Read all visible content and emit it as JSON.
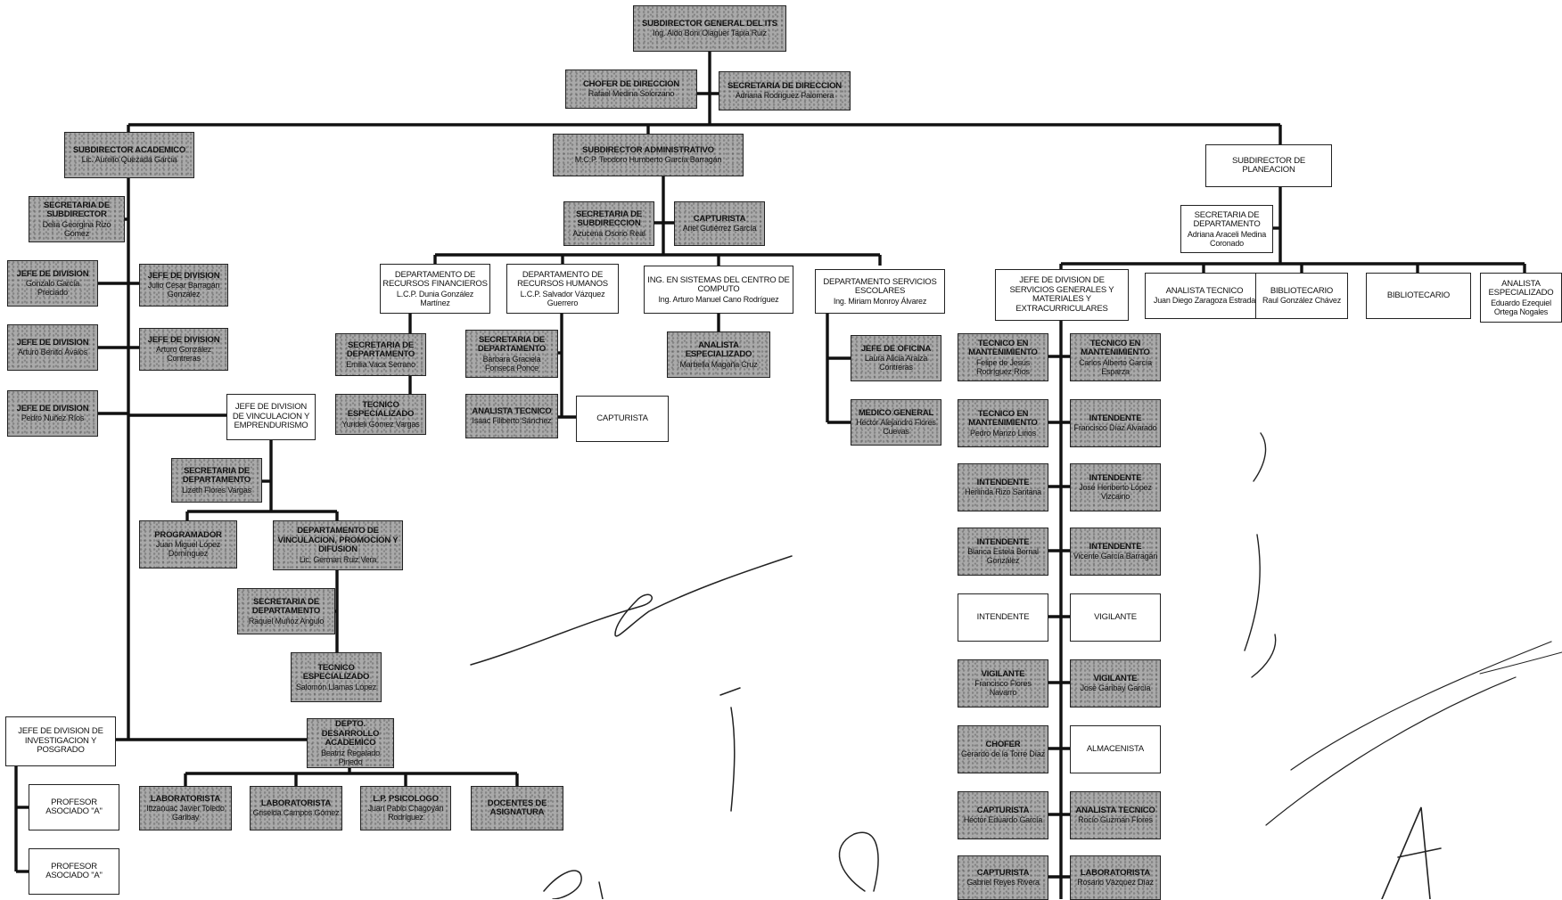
{
  "title_box": {
    "title": "SUBDIRECTOR GENERAL DEL ITS",
    "name": "Ing. Aldo Boni Olaguer Tapia Ruiz"
  },
  "boxes": [
    {
      "id": "subdirector-general",
      "title": "SUBDIRECTOR GENERAL DEL ITS",
      "name": "Ing. Aldo Boni Olaguer Tapia Ruiz",
      "shade": "dark"
    },
    {
      "id": "chofer-direccion",
      "title": "CHOFER DE DIRECCION",
      "name": "Rafael Medina Solorzano",
      "shade": "dark"
    },
    {
      "id": "secretaria-direccion",
      "title": "SECRETARIA DE DIRECCION",
      "name": "Adriana Rodriguez Palomera",
      "shade": "dark"
    },
    {
      "id": "subdirector-academico",
      "title": "SUBDIRECTOR ACADEMICO",
      "name": "Lic. Aurelio Quezada Garcia",
      "shade": "dark"
    },
    {
      "id": "subdirector-administrativo",
      "title": "SUBDIRECTOR ADMINISTRATIVO",
      "name": "M.C.P. Teodoro Humberto García Barragán",
      "shade": "dark"
    },
    {
      "id": "subdirector-planeacion",
      "title": "SUBDIRECTOR DE PLANEACION",
      "name": "",
      "shade": "light"
    },
    {
      "id": "secretaria-subdirector-acad",
      "title": "SECRETARIA DE SUBDIRECTOR",
      "name": "Delia Georgina Rizo Gómez",
      "shade": "dark"
    },
    {
      "id": "jefe-division-1",
      "title": "JEFE DE DIVISION",
      "name": "Gonzalo García Preciado",
      "shade": "dark"
    },
    {
      "id": "jefe-division-2",
      "title": "JEFE DE DIVISION",
      "name": "Julio César Barragán González",
      "shade": "dark"
    },
    {
      "id": "jefe-division-3",
      "title": "JEFE DE DIVISION",
      "name": "Arturo Benito Ávalos",
      "shade": "dark"
    },
    {
      "id": "jefe-division-4",
      "title": "JEFE DE DIVISION",
      "name": "Arturo González Contreras",
      "shade": "dark"
    },
    {
      "id": "jefe-division-5",
      "title": "JEFE DE DIVISION",
      "name": "Pedro Nuñez Ríos",
      "shade": "dark"
    },
    {
      "id": "jefe-vinculacion",
      "title": "JEFE DE DIVISION DE VINCULACION Y EMPRENDURISMO",
      "name": "",
      "shade": "light"
    },
    {
      "id": "secretaria-depto-vinc",
      "title": "SECRETARIA DE DEPARTAMENTO",
      "name": "Lizeth Flores Vargas",
      "shade": "dark"
    },
    {
      "id": "programador",
      "title": "PROGRAMADOR",
      "name": "Juan Miguel López Domínguez",
      "shade": "dark"
    },
    {
      "id": "depto-vinculacion",
      "title": "DEPARTAMENTO DE VINCULACION, PROMOCION Y DIFUSION",
      "name": "Lic. German Ruiz Vera",
      "shade": "dark"
    },
    {
      "id": "secretaria-depto-vinc-2",
      "title": "SECRETARIA DE DEPARTAMENTO",
      "name": "Raquel Muñoz Angulo",
      "shade": "dark"
    },
    {
      "id": "tecnico-especializado-vinc",
      "title": "TECNICO ESPECIALIZADO",
      "name": "Salomón Llamas López",
      "shade": "dark"
    },
    {
      "id": "jefe-investigacion",
      "title": "JEFE DE DIVISION DE INVESTIGACION Y POSGRADO",
      "name": "",
      "shade": "light"
    },
    {
      "id": "profesor-asociado-1",
      "title": "PROFESOR ASOCIADO \"A\"",
      "name": "",
      "shade": "light"
    },
    {
      "id": "profesor-asociado-2",
      "title": "PROFESOR ASOCIADO \"A\"",
      "name": "",
      "shade": "light"
    },
    {
      "id": "depto-desarrollo",
      "title": "DEPTO. DESARROLLO ACADEMICO",
      "name": "Beatriz Regalado Pinedo",
      "shade": "dark"
    },
    {
      "id": "laboratorista-1",
      "title": "LABORATORISTA",
      "name": "Ittzanuac Javier Toledo Garibay",
      "shade": "dark"
    },
    {
      "id": "laboratorista-2",
      "title": "LABORATORISTA",
      "name": "Griselda Campos Gómez",
      "shade": "dark"
    },
    {
      "id": "psicologo",
      "title": "L.P. PSICOLOGO",
      "name": "Juan Pablo Chagoyán Rodríguez",
      "shade": "dark"
    },
    {
      "id": "docentes-asignatura",
      "title": "DOCENTES DE ASIGNATURA",
      "name": "",
      "shade": "dark"
    },
    {
      "id": "secretaria-subdireccion-adm",
      "title": "SECRETARIA DE SUBDIRECCION",
      "name": "Azucena Osorio Real",
      "shade": "dark"
    },
    {
      "id": "capturista-adm",
      "title": "CAPTURISTA",
      "name": "Ariel Gutiérrez García",
      "shade": "dark"
    },
    {
      "id": "depto-recursos-financieros",
      "title": "DEPARTAMENTO DE RECURSOS FINANCIEROS",
      "name": "L.C.P. Dunia González Martínez",
      "shade": "light"
    },
    {
      "id": "depto-recursos-humanos",
      "title": "DEPARTAMENTO DE RECURSOS HUMANOS",
      "name": "L.C.P. Salvador Vázquez Guerrero",
      "shade": "light"
    },
    {
      "id": "ing-sistemas-computo",
      "title": "ING. EN SISTEMAS DEL CENTRO DE COMPUTO",
      "name": "Ing. Arturo Manuel Cano Rodríguez",
      "shade": "light"
    },
    {
      "id": "depto-servicios-escolares",
      "title": "DEPARTAMENTO SERVICIOS ESCOLARES",
      "name": "Ing. Miriam Monroy Álvarez",
      "shade": "light"
    },
    {
      "id": "secretaria-depto-rf",
      "title": "SECRETARIA DE DEPARTAMENTO",
      "name": "Emilia Vaca Serrano",
      "shade": "dark"
    },
    {
      "id": "tecnico-especializado-rf",
      "title": "TECNICO ESPECIALIZADO",
      "name": "Yurideli Gómez Vargas",
      "shade": "dark"
    },
    {
      "id": "secretaria-depto-rh",
      "title": "SECRETARIA DE DEPARTAMENTO",
      "name": "Bárbara Graciela Fonseca Ponce",
      "shade": "dark"
    },
    {
      "id": "analista-tecnico-rh",
      "title": "ANALISTA TECNICO",
      "name": "Isaac Filiberto Sánchez",
      "shade": "dark"
    },
    {
      "id": "capturista-rh",
      "title": "CAPTURISTA",
      "name": "",
      "shade": "light"
    },
    {
      "id": "analista-especializado-computo",
      "title": "ANALISTA ESPECIALIZADO",
      "name": "Marbella Magaña Cruz",
      "shade": "dark"
    },
    {
      "id": "jefe-oficina",
      "title": "JEFE DE OFICINA",
      "name": "Laura Alicia Araiza Contreras",
      "shade": "dark"
    },
    {
      "id": "medico-general",
      "title": "MEDICO GENERAL",
      "name": "Héctor Alejandro Flores Cuevas",
      "shade": "dark"
    },
    {
      "id": "secretaria-depto-planeacion",
      "title": "SECRETARIA DE DEPARTAMENTO",
      "name": "Adriana Araceli Medina Coronado",
      "shade": "light"
    },
    {
      "id": "jefe-servicios-generales",
      "title": "JEFE DE DIVISION DE SERVICIOS GENERALES Y MATERIALES Y EXTRACURRICULARES",
      "name": "",
      "shade": "light"
    },
    {
      "id": "analista-tecnico-plan",
      "title": "ANALISTA TECNICO",
      "name": "Juan Diego Zaragoza Estrada",
      "shade": "light"
    },
    {
      "id": "bibliotecario-1",
      "title": "BIBLIOTECARIO",
      "name": "Raul González Chávez",
      "shade": "light"
    },
    {
      "id": "bibliotecario-2",
      "title": "BIBLIOTECARIO",
      "name": "",
      "shade": "light"
    },
    {
      "id": "analista-especializado-plan",
      "title": "ANALISTA ESPECIALIZADO",
      "name": "Eduardo Ezequiel Ortega Nogales",
      "shade": "light"
    },
    {
      "id": "tecnico-mant-1",
      "title": "TECNICO EN MANTENIMIENTO",
      "name": "Felipe de Jesús Rodríguez Ríos",
      "shade": "dark"
    },
    {
      "id": "tecnico-mant-2",
      "title": "TECNICO EN MANTENIMIENTO",
      "name": "Carlos Alberto García Esparza",
      "shade": "dark"
    },
    {
      "id": "tecnico-mant-3",
      "title": "TECNICO EN MANTENIMIENTO",
      "name": "Pedro Manzo Lirios",
      "shade": "dark"
    },
    {
      "id": "intendente-1",
      "title": "INTENDENTE",
      "name": "Francisco Díaz Alvarado",
      "shade": "dark"
    },
    {
      "id": "intendente-2",
      "title": "INTENDENTE",
      "name": "Herlinda Rizo Santana",
      "shade": "dark"
    },
    {
      "id": "intendente-3",
      "title": "INTENDENTE",
      "name": "José Heriberto López Vizcaino",
      "shade": "dark"
    },
    {
      "id": "intendente-4",
      "title": "INTENDENTE",
      "name": "Blanca Estela Bernal González",
      "shade": "dark"
    },
    {
      "id": "intendente-5",
      "title": "INTENDENTE",
      "name": "Vicente García Barragán",
      "shade": "dark"
    },
    {
      "id": "intendente-6",
      "title": "INTENDENTE",
      "name": "",
      "shade": "light"
    },
    {
      "id": "vigilante-1",
      "title": "VIGILANTE",
      "name": "",
      "shade": "light"
    },
    {
      "id": "vigilante-2",
      "title": "VIGILANTE",
      "name": "Francisco Flores Navarro",
      "shade": "dark"
    },
    {
      "id": "vigilante-3",
      "title": "VIGILANTE",
      "name": "José Garibay García",
      "shade": "dark"
    },
    {
      "id": "chofer",
      "title": "CHOFER",
      "name": "Gerardo de la Torre Díaz",
      "shade": "dark"
    },
    {
      "id": "almacenista",
      "title": "ALMACENISTA",
      "name": "",
      "shade": "light"
    },
    {
      "id": "capturista-sg-1",
      "title": "CAPTURISTA",
      "name": "Héctor Eduardo García",
      "shade": "dark"
    },
    {
      "id": "analista-tecnico-sg",
      "title": "ANALISTA TECNICO",
      "name": "Rocío Guzmán Flores",
      "shade": "dark"
    },
    {
      "id": "capturista-sg-2",
      "title": "CAPTURISTA",
      "name": "Gabriel Reyes Rivera",
      "shade": "dark"
    },
    {
      "id": "laboratorista-sg",
      "title": "LABORATORISTA",
      "name": "Rosario Vázquez Díaz",
      "shade": "dark"
    }
  ],
  "colors": {
    "line": "#111111",
    "dark_fill": "#a9a9a9",
    "light_fill": "#ffffff"
  }
}
